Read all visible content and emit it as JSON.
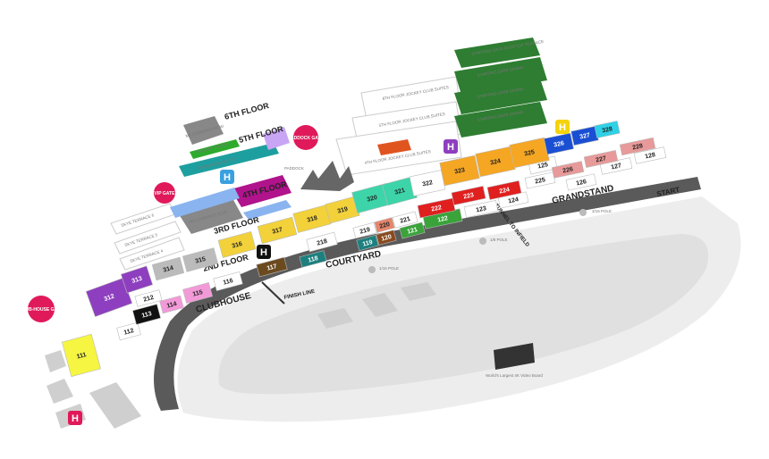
{
  "floors": {
    "sixth": "6TH FLOOR",
    "fifth": "5TH FLOOR",
    "fourth": "4TH FLOOR",
    "third": "3RD FLOOR",
    "second": "2ND FLOOR"
  },
  "areas": {
    "millionaires_row_upper": "MILLIONAIRES ROW",
    "millionaires_row_lower": "MILLIONAIRES ROW",
    "turf_club": "TRIUMPH ROOM",
    "finish_line_suites": "FINISH LINE SUITES",
    "paddock": "PADDOCK",
    "jc_6": "6TH FLOOR JOCKEY CLUB SUITES",
    "jc_5": "5TH FLOOR JOCKEY CLUB SUITES",
    "jc_4": "4TH FLOOR JOCKEY CLUB SUITES",
    "starting_gate_rooftop": "STARTING GATE ROOFTOP TERRACE",
    "starting_gate_dining": "STARTING GATE DINING",
    "skye_6": "SKYE TERRACE 6",
    "skye_5": "SKYE TERRACE 5",
    "skye_4": "SKYE TERRACE 4",
    "clubhouse": "CLUBHOUSE",
    "courtyard": "COURTYARD",
    "grandstand": "GRANDSTAND",
    "finish_line": "FINISH LINE",
    "start": "START",
    "tunnel": "TUNNEL TO INFIELD",
    "pole_3_16": "3/16 POLE",
    "pole_1_8": "1/8 POLE",
    "pole_1_16": "1/16 POLE",
    "video_board": "World's Largest 4K Video Board"
  },
  "gates": {
    "vip": "VIP GATE",
    "paddock": "PADDOCK GATE",
    "clubhouse": "CLUB-HOUSE GATE"
  },
  "helipad_letter": "H",
  "sections": [
    {
      "id": "111",
      "color": "#f5f542"
    },
    {
      "id": "112",
      "color": "#ffffff"
    },
    {
      "id": "113",
      "color": "#111111"
    },
    {
      "id": "114",
      "color": "#f29ad8"
    },
    {
      "id": "115",
      "color": "#f29ad8"
    },
    {
      "id": "116",
      "color": "#ffffff"
    },
    {
      "id": "117",
      "color": "#6b4a1f"
    },
    {
      "id": "118",
      "color": "#1e7f7f"
    },
    {
      "id": "119",
      "color": "#1e7f7f"
    },
    {
      "id": "120",
      "color": "#8a4a1f"
    },
    {
      "id": "121",
      "color": "#3aa33a"
    },
    {
      "id": "122",
      "color": "#3aa33a"
    },
    {
      "id": "123",
      "color": "#ffffff"
    },
    {
      "id": "124",
      "color": "#ffffff"
    },
    {
      "id": "125",
      "color": "#ffffff"
    },
    {
      "id": "126",
      "color": "#ffffff"
    },
    {
      "id": "127",
      "color": "#ffffff"
    },
    {
      "id": "128",
      "color": "#ffffff"
    },
    {
      "id": "212",
      "color": "#ffffff"
    },
    {
      "id": "218",
      "color": "#ffffff"
    },
    {
      "id": "219",
      "color": "#ffffff"
    },
    {
      "id": "220",
      "color": "#e5856b"
    },
    {
      "id": "221",
      "color": "#ffffff"
    },
    {
      "id": "222",
      "color": "#e01f1f"
    },
    {
      "id": "223",
      "color": "#e01f1f"
    },
    {
      "id": "224",
      "color": "#e01f1f"
    },
    {
      "id": "225",
      "color": "#ffffff"
    },
    {
      "id": "226",
      "color": "#e89999"
    },
    {
      "id": "227",
      "color": "#e89999"
    },
    {
      "id": "228",
      "color": "#e89999"
    },
    {
      "id": "312",
      "color": "#8e3fbf"
    },
    {
      "id": "313",
      "color": "#8e3fbf"
    },
    {
      "id": "314",
      "color": "#bbbbbb"
    },
    {
      "id": "315",
      "color": "#bbbbbb"
    },
    {
      "id": "316",
      "color": "#f2d13a"
    },
    {
      "id": "317",
      "color": "#f2d13a"
    },
    {
      "id": "318",
      "color": "#f2d13a"
    },
    {
      "id": "319",
      "color": "#f2d13a"
    },
    {
      "id": "320",
      "color": "#3dd4a9"
    },
    {
      "id": "321",
      "color": "#3dd4a9"
    },
    {
      "id": "322",
      "color": "#ffffff"
    },
    {
      "id": "323",
      "color": "#f5a623"
    },
    {
      "id": "324",
      "color": "#f5a623"
    },
    {
      "id": "325",
      "color": "#f5a623"
    },
    {
      "id": "326",
      "color": "#1a4fd4"
    },
    {
      "id": "327",
      "color": "#1a4fd4"
    },
    {
      "id": "328",
      "color": "#2ed1e6"
    }
  ],
  "colors": {
    "track": "#5a5a5a",
    "infield": "#e5e5e5",
    "gate": "#e0195a",
    "helipad_yellow": "#f5d20a",
    "helipad_purple": "#8e3fbf",
    "helipad_blue": "#3aa0e0",
    "helipad_black": "#111111",
    "helipad_pink": "#e0195a",
    "starting_gate": "#2e7d32"
  }
}
